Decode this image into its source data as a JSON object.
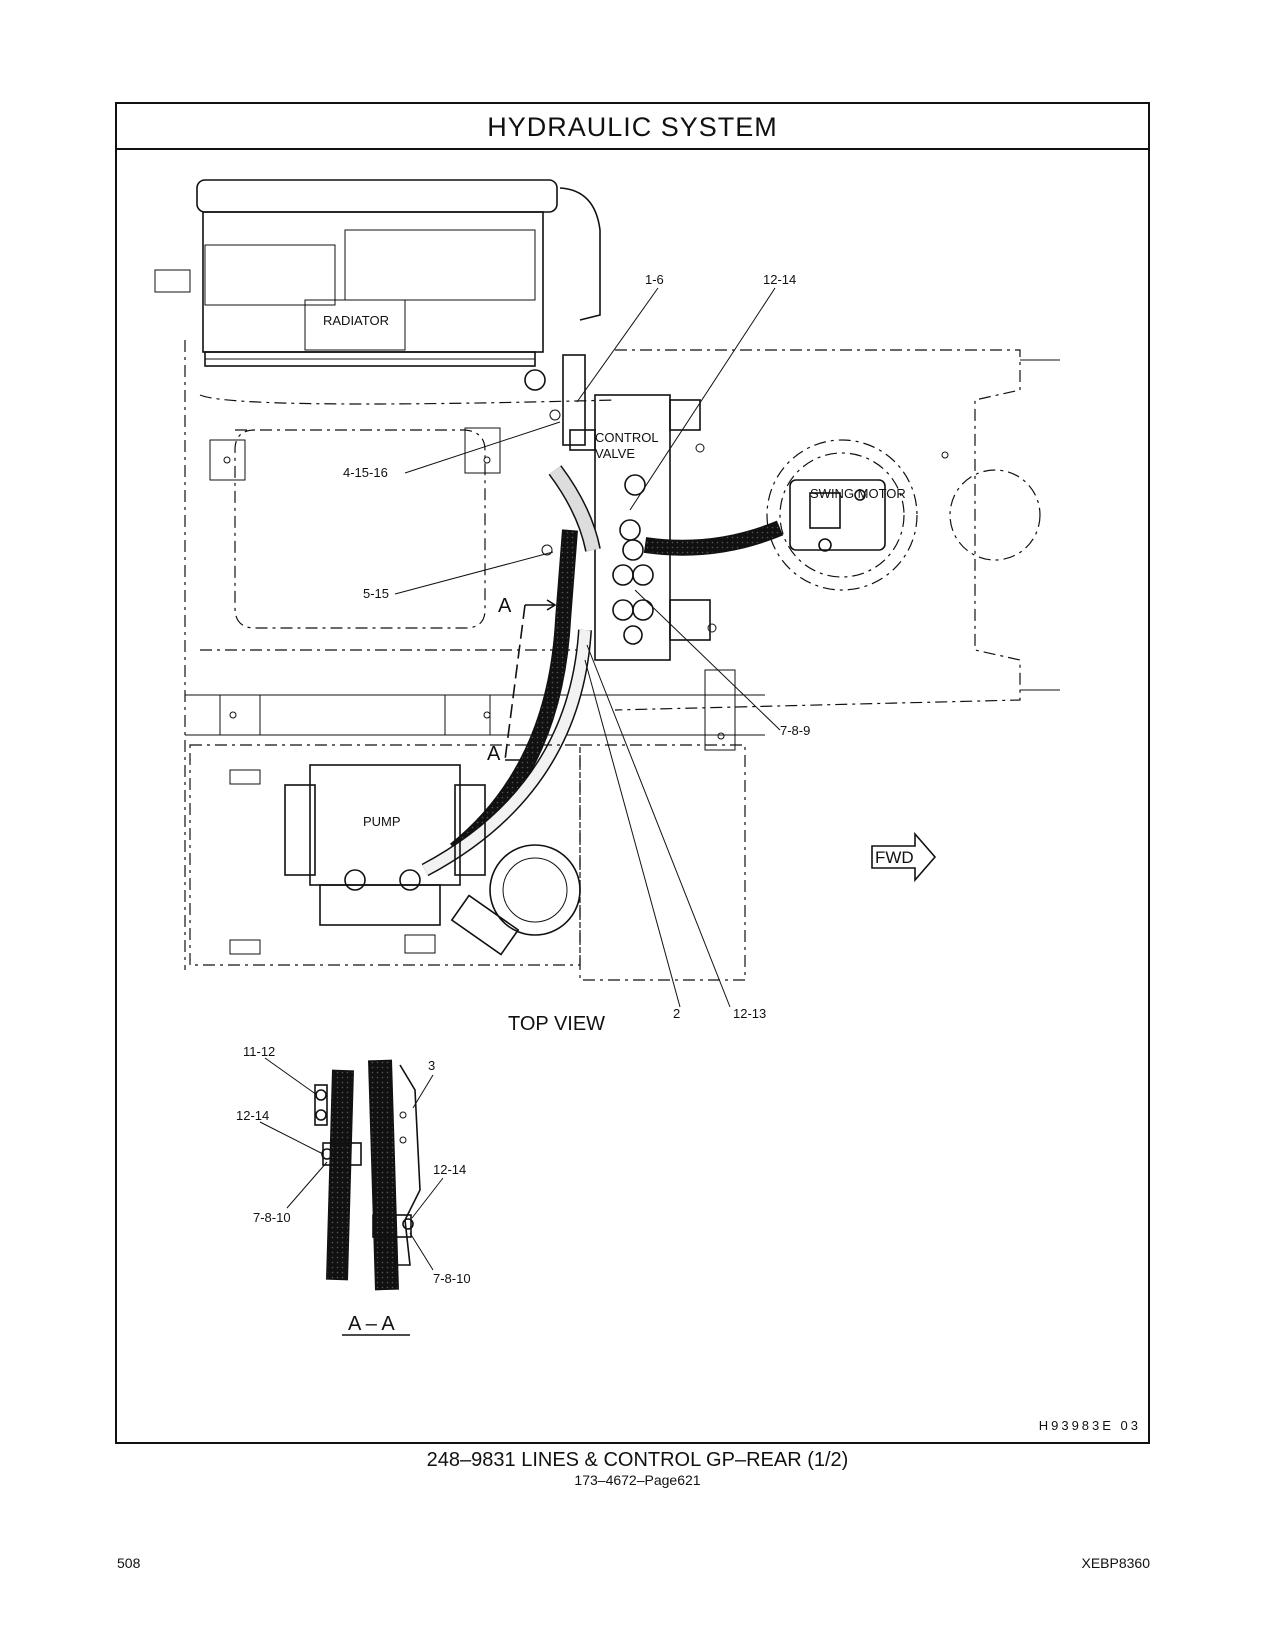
{
  "header": {
    "title": "HYDRAULIC  SYSTEM"
  },
  "components": {
    "radiator": "RADIATOR",
    "control_valve_line1": "CONTROL",
    "control_valve_line2": "VALVE",
    "swing_motor": "SWING  MOTOR",
    "pump": "PUMP",
    "fwd": "FWD"
  },
  "callouts": {
    "c1_6": "1-6",
    "c12_14_top": "12-14",
    "c4_15_16": "4-15-16",
    "c5_15": "5-15",
    "c7_8_9": "7-8-9",
    "c2": "2",
    "c12_13": "12-13"
  },
  "section_markers": {
    "a_top": "A",
    "a_bottom": "A"
  },
  "view_titles": {
    "top_view": "TOP  VIEW",
    "section_aa": "A – A"
  },
  "detail_callouts": {
    "c11_12": "11-12",
    "c3": "3",
    "c12_14_left": "12-14",
    "c12_14_right": "12-14",
    "c7_8_10_left": "7-8-10",
    "c7_8_10_right": "7-8-10"
  },
  "footer": {
    "drawing_ref": "H93983E    03",
    "caption": "248–9831   LINES  &  CONTROL  GP–REAR (1/2)",
    "subcaption": "173–4672–Page621",
    "page_number": "508",
    "doc_number": "XEBP8360"
  }
}
